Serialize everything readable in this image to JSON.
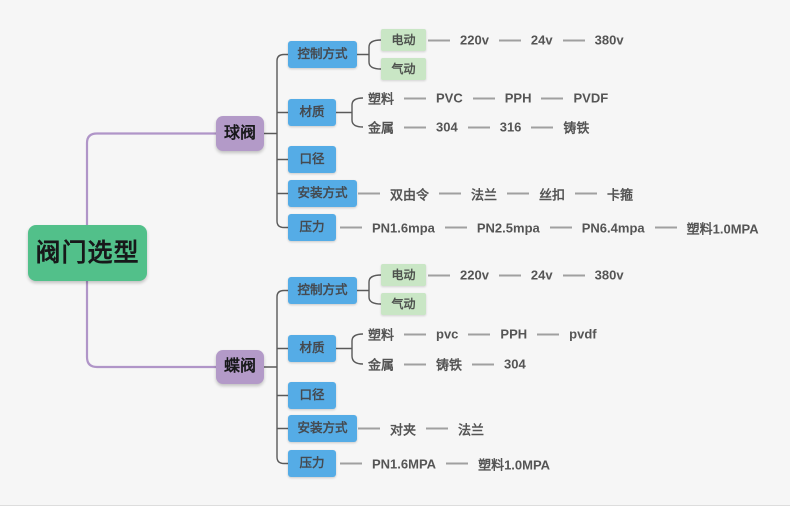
{
  "root": {
    "label": "阀门选型"
  },
  "branches": [
    {
      "label": "球阀",
      "children": [
        {
          "label": "控制方式",
          "children": [
            {
              "label": "电动",
              "leaves": [
                "220v",
                "24v",
                "380v"
              ]
            },
            {
              "label": "气动",
              "leaves": []
            }
          ]
        },
        {
          "label": "材质",
          "children": [
            {
              "label": "塑料",
              "leaves": [
                "PVC",
                "PPH",
                "PVDF"
              ]
            },
            {
              "label": "金属",
              "leaves": [
                "304",
                "316",
                "铸铁"
              ]
            }
          ]
        },
        {
          "label": "口径",
          "leaves": []
        },
        {
          "label": "安装方式",
          "leaves": [
            "双由令",
            "法兰",
            "丝扣",
            "卡箍"
          ]
        },
        {
          "label": "压力",
          "leaves": [
            "PN1.6mpa",
            "PN2.5mpa",
            "PN6.4mpa",
            "塑料1.0MPA"
          ]
        }
      ]
    },
    {
      "label": "蝶阀",
      "children": [
        {
          "label": "控制方式",
          "children": [
            {
              "label": "电动",
              "leaves": [
                "220v",
                "24v",
                "380v"
              ]
            },
            {
              "label": "气动",
              "leaves": []
            }
          ]
        },
        {
          "label": "材质",
          "children": [
            {
              "label": "塑料",
              "leaves": [
                "pvc",
                "PPH",
                "pvdf"
              ]
            },
            {
              "label": "金属",
              "leaves": [
                "铸铁",
                "304"
              ]
            }
          ]
        },
        {
          "label": "口径",
          "leaves": []
        },
        {
          "label": "安装方式",
          "leaves": [
            "对夹",
            "法兰"
          ]
        },
        {
          "label": "压力",
          "leaves": [
            "PN1.6MPA",
            "塑料1.0MPA"
          ]
        }
      ]
    }
  ],
  "colors": {
    "bg": "#f6f6f6",
    "root_green": "#52c08a",
    "branch_purple": "#b39ac8",
    "topic_blue": "#55ace6",
    "sub_green": "#c9e6c5",
    "dash_gray": "#a0a0a0",
    "connector_dark": "#5a5a5a",
    "connector_purple": "#b095c8",
    "node_text": "#17181a",
    "topic_text": "#454a50",
    "leaf_text": "#555555"
  }
}
